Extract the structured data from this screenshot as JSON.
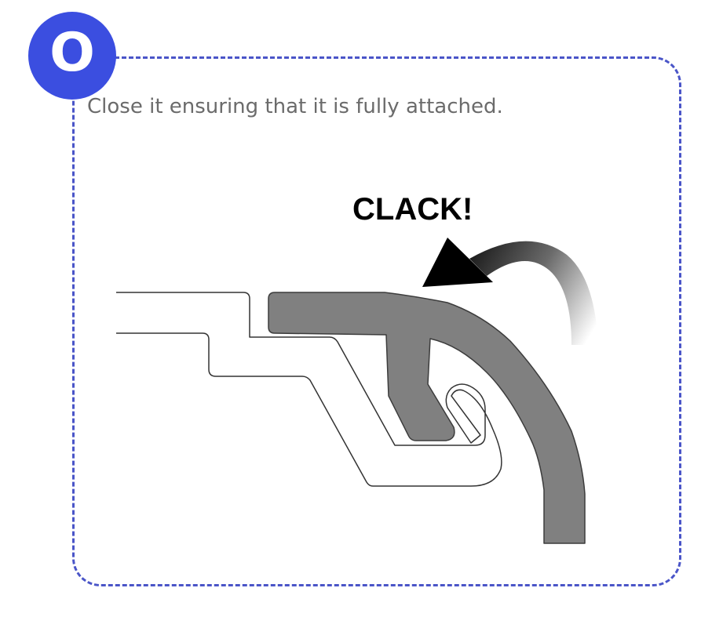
{
  "step": {
    "badge_letter": "O",
    "instruction": "Close it ensuring that it is fully attached."
  },
  "illustration": {
    "sound_label": "CLACK!",
    "colors": {
      "badge": "#3b4ee0",
      "border": "#4a55c8",
      "clip": "#808080",
      "arrow": "#000000",
      "outline": "#333333",
      "instruction_text": "#6b6b6b"
    }
  }
}
